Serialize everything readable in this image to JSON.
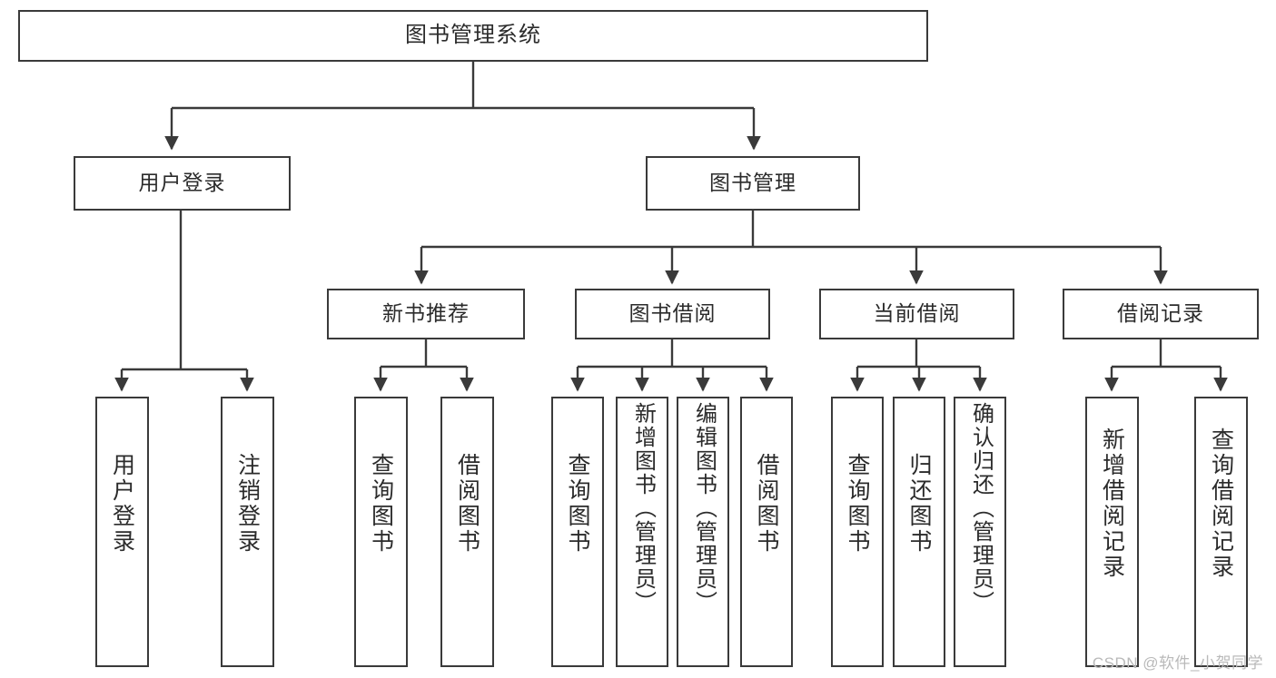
{
  "diagram": {
    "title": "图书管理系统",
    "type": "hierarchy-tree",
    "watermark": "CSDN @软件_小贺同学",
    "colors": {
      "background": "#ffffff",
      "box_border": "#3a3a3a",
      "box_fill": "#ffffff",
      "text": "#2b2b2b",
      "connector": "#3a3a3a",
      "watermark": "#b9b9b9"
    },
    "root": {
      "label": "图书管理系统"
    },
    "level2": [
      {
        "label": "用户登录"
      },
      {
        "label": "图书管理"
      }
    ],
    "level3": [
      {
        "label": "新书推荐"
      },
      {
        "label": "图书借阅"
      },
      {
        "label": "当前借阅"
      },
      {
        "label": "借阅记录"
      }
    ],
    "leaves": {
      "user_login": [
        {
          "label": "用户登录"
        },
        {
          "label": "注销登录"
        }
      ],
      "new_book": [
        {
          "label": "查询图书"
        },
        {
          "label": "借阅图书"
        }
      ],
      "book_borrow": [
        {
          "label": "查询图书"
        },
        {
          "label": "新增图书（管理员）"
        },
        {
          "label": "编辑图书（管理员）"
        },
        {
          "label": "借阅图书"
        }
      ],
      "current_borrow": [
        {
          "label": "查询图书"
        },
        {
          "label": "归还图书"
        },
        {
          "label": "确认归还（管理员）"
        }
      ],
      "borrow_record": [
        {
          "label": "新增借阅记录"
        },
        {
          "label": "查询借阅记录"
        }
      ]
    }
  }
}
